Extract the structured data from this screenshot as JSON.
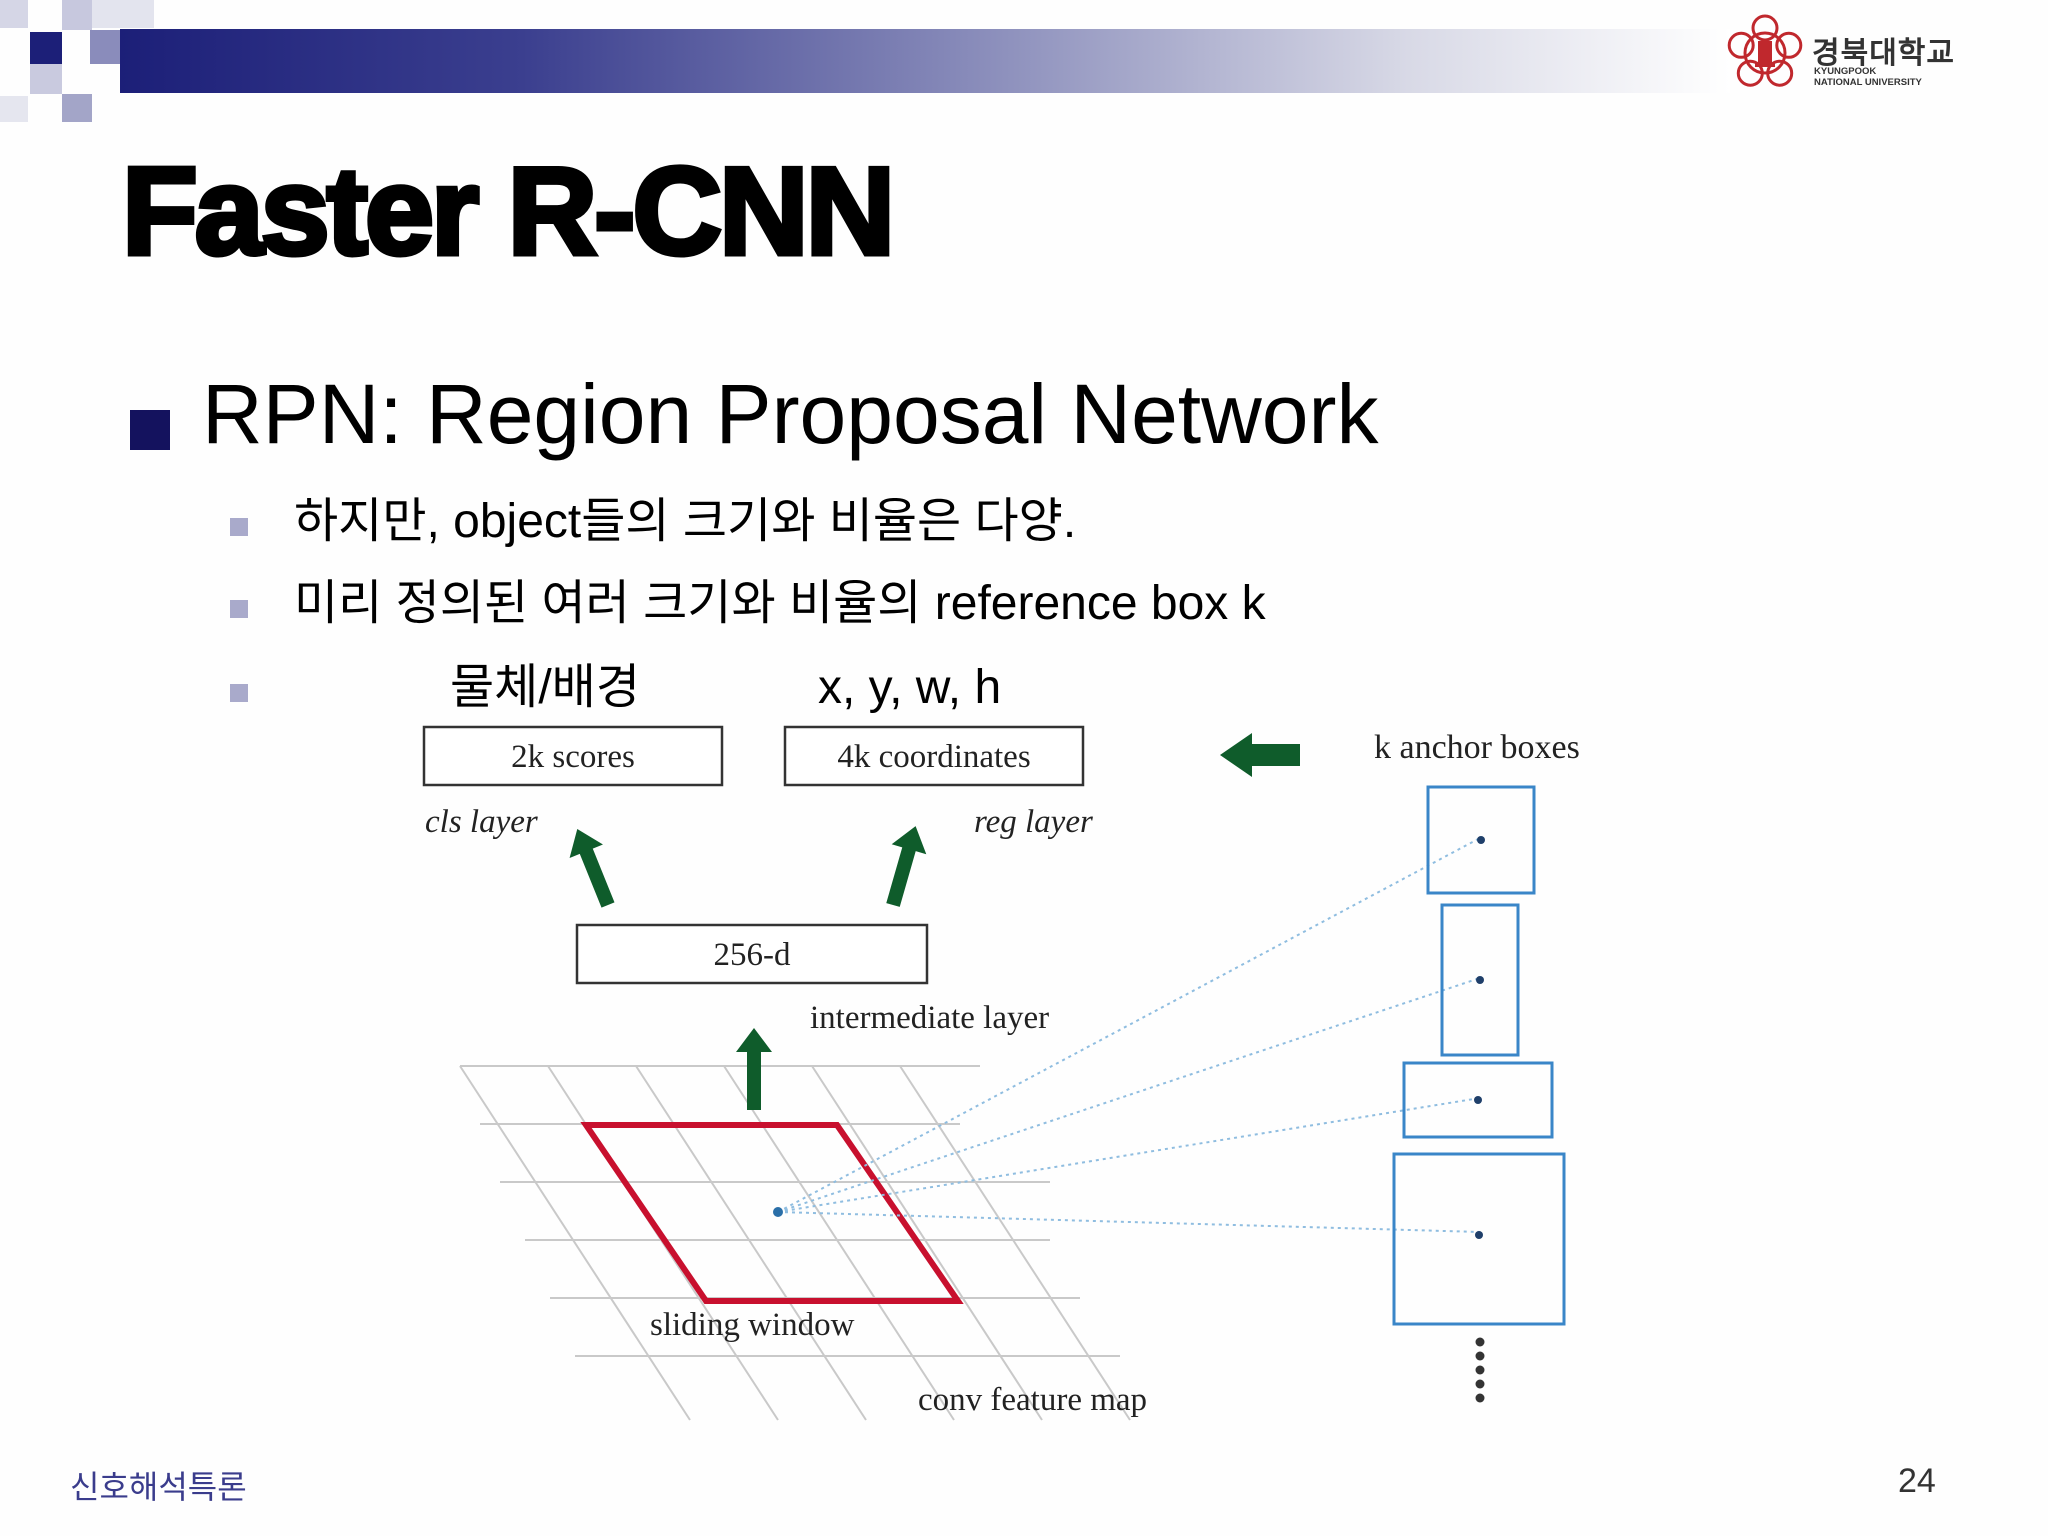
{
  "header": {
    "logo_korean": "경북대학교",
    "logo_english_line1": "KYUNGPOOK",
    "logo_english_line2": "NATIONAL UNIVERSITY"
  },
  "slide": {
    "title": "Faster R-CNN",
    "bullet_main": "RPN: Region Proposal Network",
    "sub_bullets": [
      "하지만, object들의 크기와 비율은 다양.",
      "미리 정의된 여러 크기와 비율의 reference box k",
      "물체/배경",
      "x, y, w, h"
    ]
  },
  "diagram": {
    "scores_label": "2k scores",
    "coords_label": "4k coordinates",
    "anchor_label": "k anchor boxes",
    "cls_layer_label": "cls layer",
    "reg_layer_label": "reg layer",
    "intermediate_box_label": "256-d",
    "intermediate_layer_label": "intermediate layer",
    "sliding_window_label": "sliding window",
    "feature_map_label": "conv feature map"
  },
  "footer": {
    "course": "신호해석특론",
    "page_number": "24"
  },
  "colors": {
    "header_dark": "#1c1f78",
    "bullet": "#14125e",
    "sub_bullet": "#a9aacb",
    "arrow_green": "#0f5c2b",
    "window_red": "#c8102e",
    "anchor_blue": "#3a86c8",
    "footer_text": "#3a3c8c"
  }
}
